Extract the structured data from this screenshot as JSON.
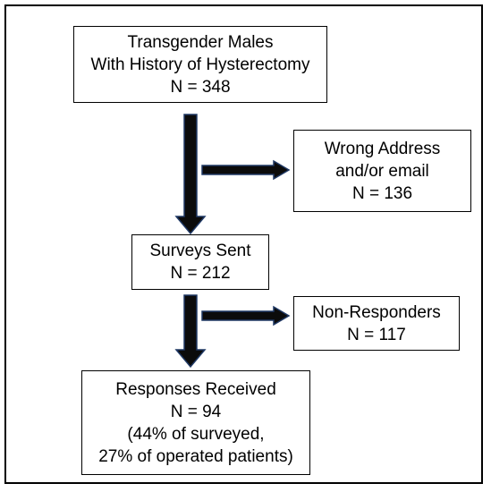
{
  "flowchart": {
    "start": {
      "line1": "Transgender Males",
      "line2": "With History of Hysterectomy",
      "line3": "N = 348"
    },
    "excluded_address": {
      "line1": "Wrong Address",
      "line2": "and/or email",
      "line3": "N = 136"
    },
    "surveys_sent": {
      "line1": "Surveys Sent",
      "line2": "N = 212"
    },
    "non_responders": {
      "line1": "Non-Responders",
      "line2": "N = 117"
    },
    "responses": {
      "line1": "Responses Received",
      "line2": "N = 94",
      "line3": "(44% of surveyed,",
      "line4": "27% of operated patients)"
    }
  },
  "colors": {
    "arrow_fill": "#0b0b0b",
    "arrow_outline": "#1f3864",
    "box_border": "#000000"
  }
}
